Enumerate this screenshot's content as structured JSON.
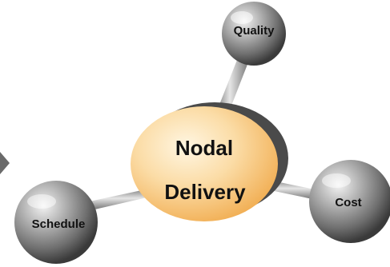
{
  "diagram": {
    "center": {
      "line1": "Nodal",
      "line2": "Delivery"
    },
    "nodes": {
      "quality": "Quality",
      "schedule": "Schedule",
      "cost": "Cost"
    }
  }
}
